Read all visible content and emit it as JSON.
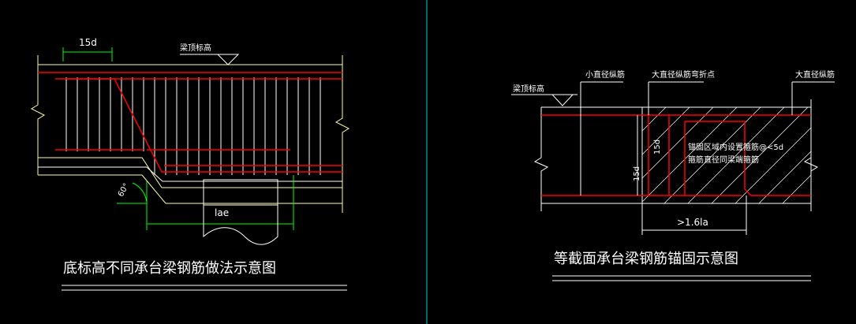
{
  "left_detail": {
    "title": "底标高不同承台梁钢筋做法示意图",
    "top_level_label": "梁顶标高",
    "anchor_label": "15d",
    "angle_label": "60°",
    "lae_label": "lae"
  },
  "right_detail": {
    "title": "等截面承台梁钢筋锚固示意图",
    "top_level_label": "梁顶标高",
    "small_bar_label": "小直径纵筋",
    "bend_point_label": "大直径纵筋弯折点",
    "large_bar_label": "大直径纵筋",
    "note_line1": "锚固区域内设置箍筋@<5d",
    "note_line2": "箍筋直径同梁端箍筋",
    "dim_15d_inner": "15d",
    "dim_15d_outer": "15d",
    "dim_length": ">1.6la"
  },
  "colors": {
    "background": "#000000",
    "line": "#ffffff",
    "rebar": "#ff0000",
    "dimension": "#00ff00",
    "outline": "#ffff99",
    "divider": "#00cccc"
  }
}
